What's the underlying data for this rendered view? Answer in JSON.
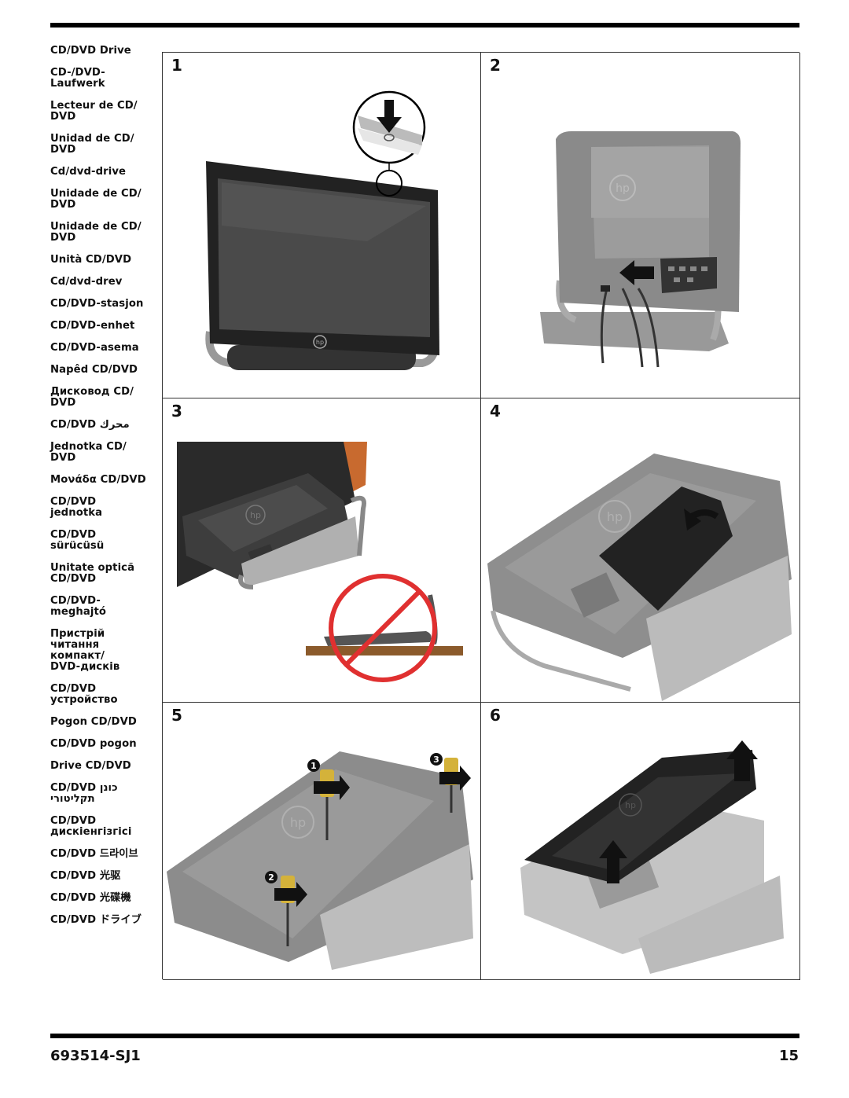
{
  "languages": [
    "CD/DVD Drive",
    "CD-/DVD-\nLaufwerk",
    "Lecteur de CD/\nDVD",
    "Unidad de CD/\nDVD",
    "Cd/dvd-drive",
    "Unidade de CD/\nDVD",
    "Unidade de CD/\nDVD",
    "Unità CD/DVD",
    "Cd/dvd-drev",
    "CD/DVD-stasjon",
    "CD/DVD-enhet",
    "CD/DVD-asema",
    "Napêd CD/DVD",
    "Дисковод CD/\nDVD",
    "محرك CD/DVD",
    "Jednotka CD/\nDVD",
    "Μονάδα CD/DVD",
    "CD/DVD\njednotka",
    "CD/DVD\nsürücüsü",
    "Unitate opticã\nCD/DVD",
    "CD/DVD-\nmeghajtó",
    "Пристрій\nчитання\nкомпакт/\nDVD-дисків",
    "CD/DVD\nустройство",
    "Pogon CD/DVD",
    "CD/DVD pogon",
    "Drive CD/DVD",
    "CD/DVD כונן\nתקליטורי",
    "CD/DVD\nдискіенгізгісі",
    "CD/DVD 드라이브",
    "CD/DVD 光驱",
    "CD/DVD 光碟機",
    "CD/DVD ドライブ"
  ],
  "steps": [
    {
      "number": "1",
      "illustration": "monitor-front-power-button"
    },
    {
      "number": "2",
      "illustration": "disconnect-cables-rear"
    },
    {
      "number": "3",
      "illustration": "lay-face-down-on-cloth"
    },
    {
      "number": "4",
      "illustration": "remove-rear-port-cover"
    },
    {
      "number": "5",
      "illustration": "remove-three-screws"
    },
    {
      "number": "6",
      "illustration": "lift-rear-panel"
    }
  ],
  "screw_markers": [
    "1",
    "2",
    "3"
  ],
  "footer": {
    "code": "693514-SJ1",
    "page": "15"
  },
  "colors": {
    "rule": "#000000",
    "prohibit": "#e03030",
    "wood": "#c86a2f",
    "arrow": "#111111"
  }
}
